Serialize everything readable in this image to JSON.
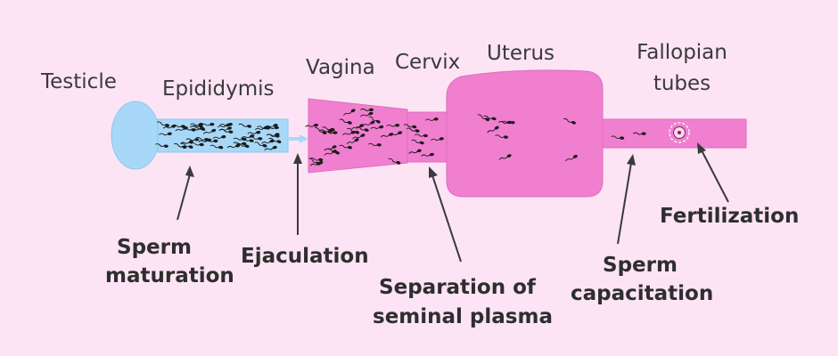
{
  "organs": {
    "testicle": "Testicle",
    "epididymis": "Epididymis",
    "vagina": "Vagina",
    "cervix": "Cervix",
    "uterus": "Uterus",
    "fallopian_1": "Fallopian",
    "fallopian_2": "tubes"
  },
  "stages": {
    "sperm_maturation_1": "Sperm",
    "sperm_maturation_2": "maturation",
    "ejaculation": "Ejaculation",
    "separation_1": "Separation of",
    "separation_2": "seminal plasma",
    "capacitation_1": "Sperm",
    "capacitation_2": "capacitation",
    "fertilization": "Fertilization"
  },
  "colors": {
    "background": "#fce4f4",
    "male_tract": "#a8d8f8",
    "female_tract": "#f07fd0",
    "arrow": "#3a3a3a",
    "sperm": "#1a1a1a"
  }
}
